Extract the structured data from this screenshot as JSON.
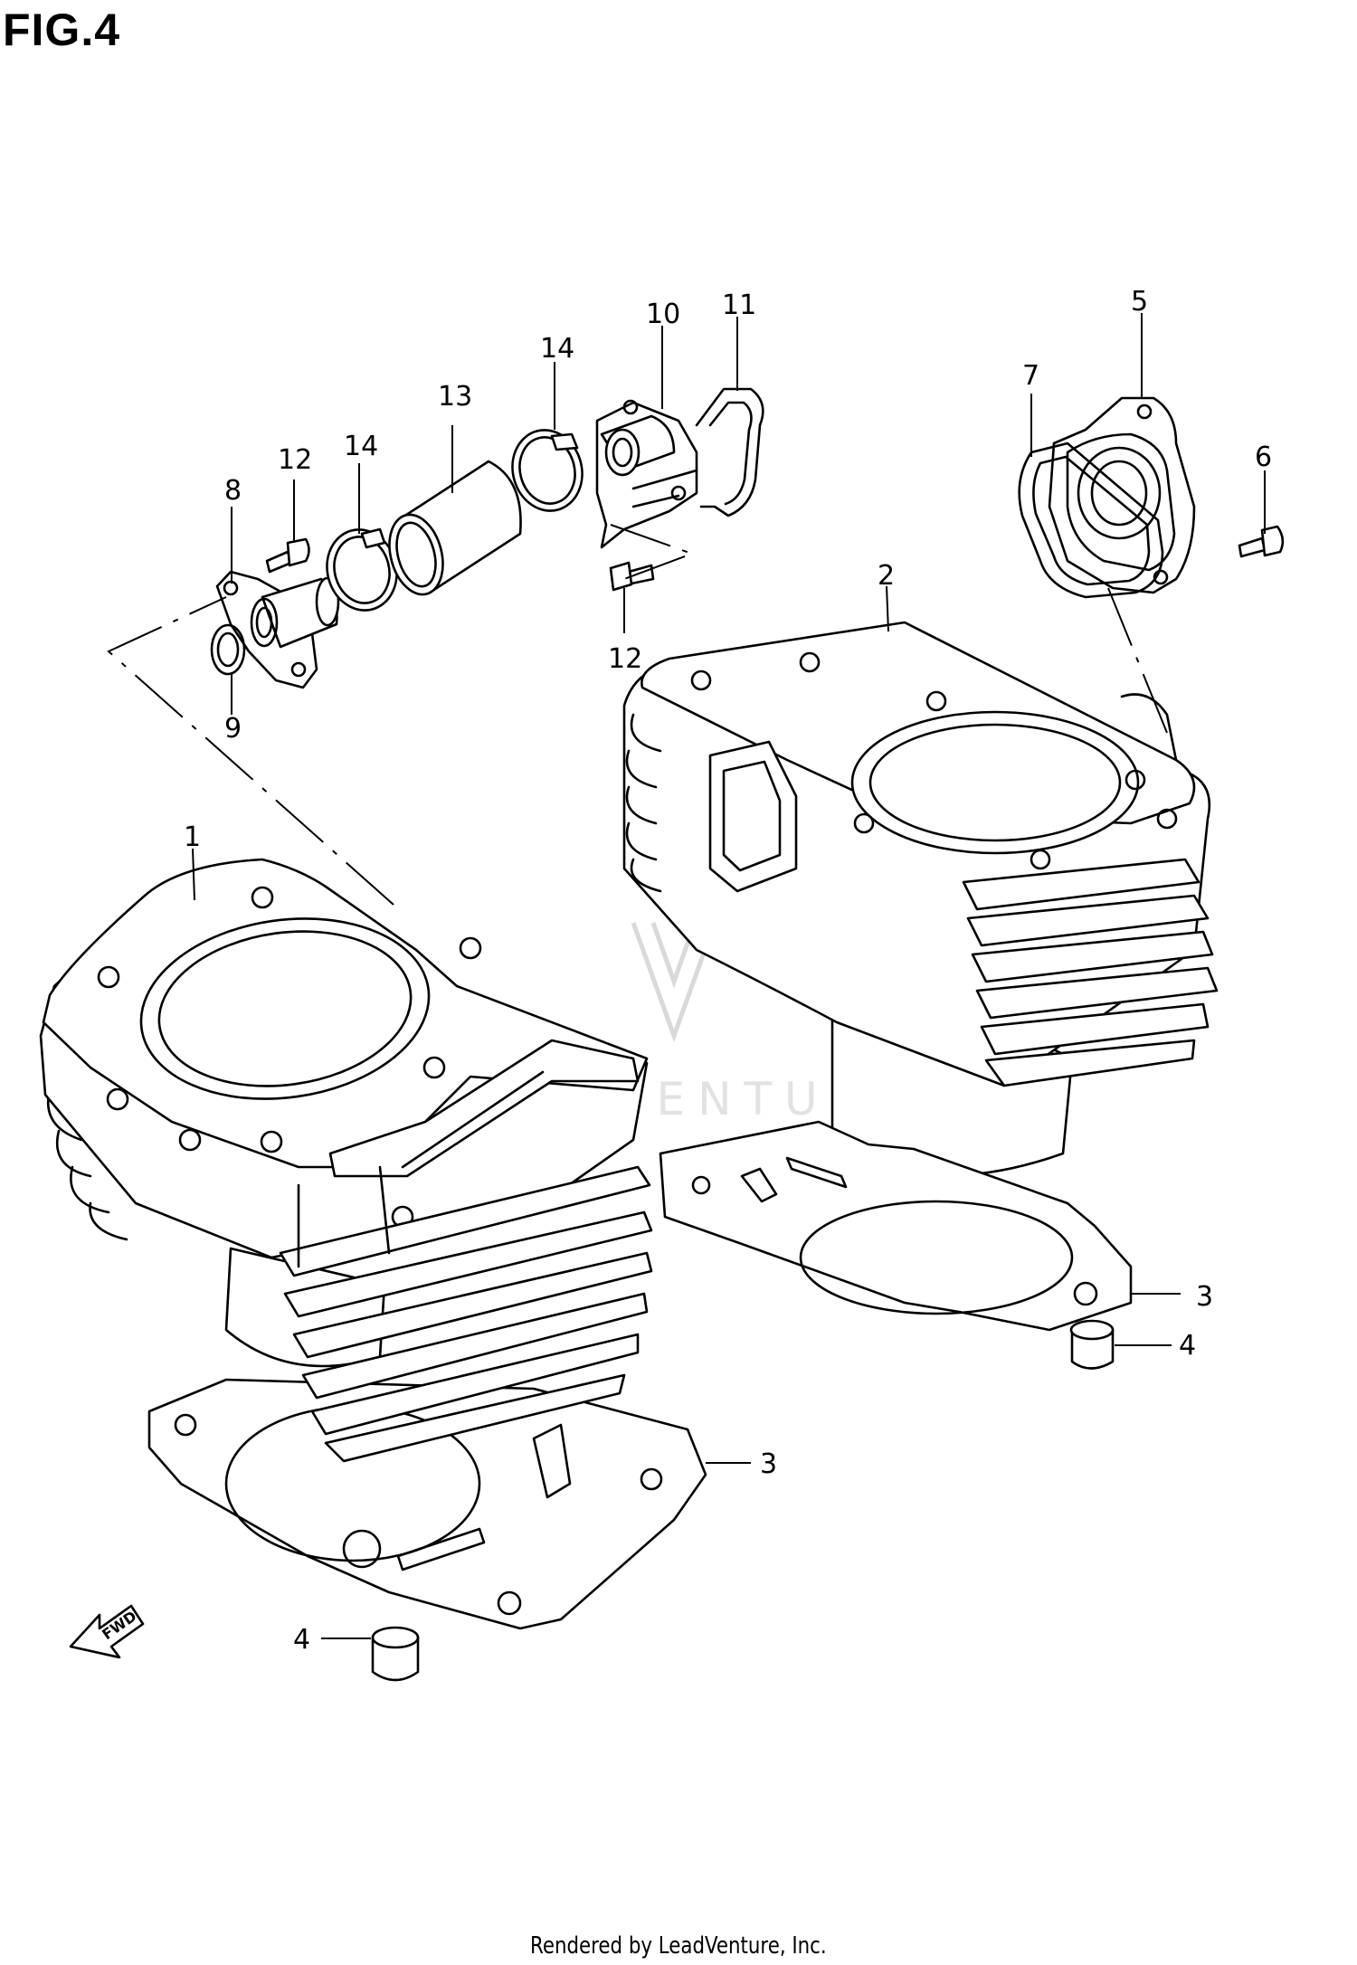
{
  "title": "FIG.4",
  "footer": "Rendered by LeadVenture, Inc.",
  "watermark": "LEADVENTURE",
  "fwd_label": "FWD",
  "callouts": [
    {
      "id": "c1",
      "label": "1"
    },
    {
      "id": "c2",
      "label": "2"
    },
    {
      "id": "c3a",
      "label": "3"
    },
    {
      "id": "c3b",
      "label": "3"
    },
    {
      "id": "c4a",
      "label": "4"
    },
    {
      "id": "c4b",
      "label": "4"
    },
    {
      "id": "c5",
      "label": "5"
    },
    {
      "id": "c6",
      "label": "6"
    },
    {
      "id": "c7",
      "label": "7"
    },
    {
      "id": "c8",
      "label": "8"
    },
    {
      "id": "c9",
      "label": "9"
    },
    {
      "id": "c10",
      "label": "10"
    },
    {
      "id": "c11",
      "label": "11"
    },
    {
      "id": "c12a",
      "label": "12"
    },
    {
      "id": "c12b",
      "label": "12"
    },
    {
      "id": "c13",
      "label": "13"
    },
    {
      "id": "c14a",
      "label": "14"
    },
    {
      "id": "c14b",
      "label": "14"
    }
  ]
}
